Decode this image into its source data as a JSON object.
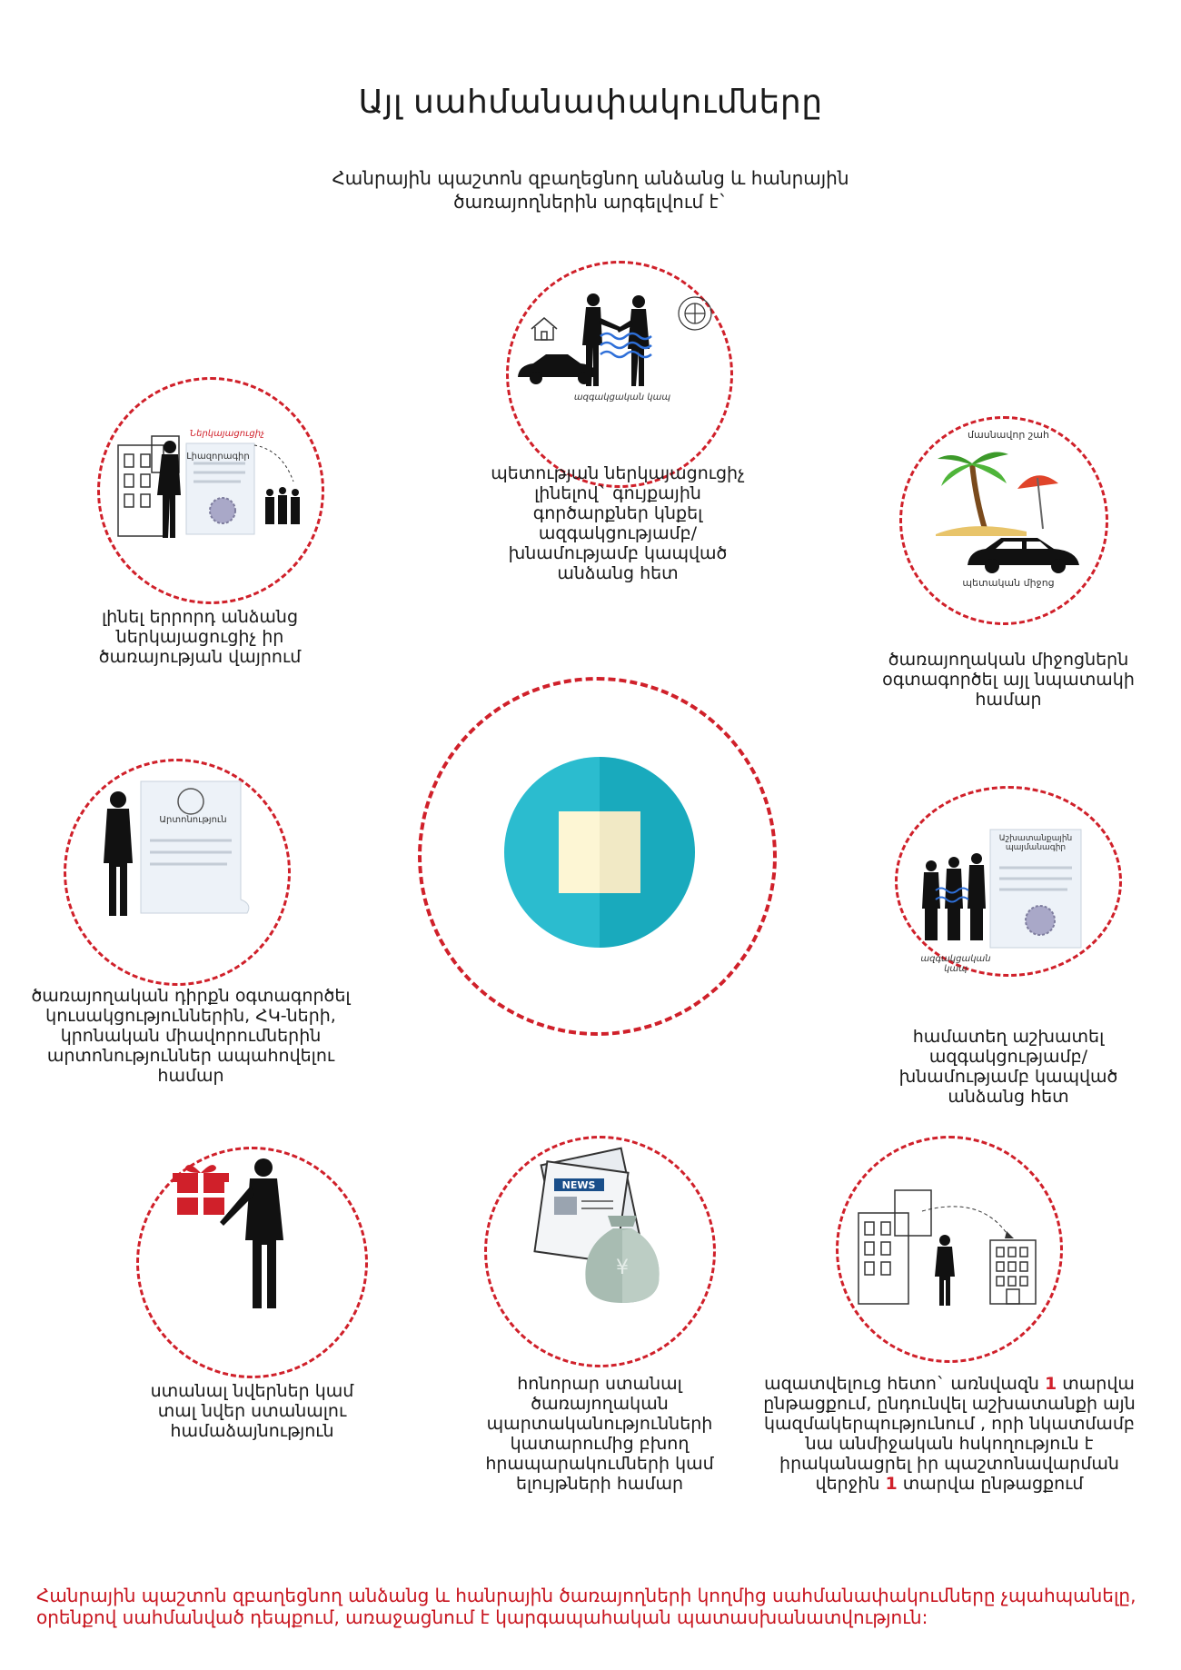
{
  "title": "Այլ սահմանափակումները",
  "subtitle": "Հանրային պաշտոն զբաղեցնող անձանց և հանրային ծառայողներին արգելվում է`",
  "items": [
    {
      "caption": "պետության ներկայացուցիչ լինելով` գույքային գործարքներ կնքել ազգակցությամբ/ խնամությամբ կապված անձանց հետ",
      "labels": [
        "ազգակցական կապ"
      ]
    },
    {
      "caption": "լինել երրորդ անձանց ներկայացուցիչ իր ծառայության վայրում",
      "labels": [
        "Ներկայացուցիչ",
        "Լիազորագիր"
      ]
    },
    {
      "caption": "ծառայողական միջոցներն օգտագործել այլ նպատակի համար",
      "labels": [
        "մասնավոր շահ",
        "պետական միջոց"
      ]
    },
    {
      "caption": "ծառայողական դիրքն օգտագործել կուսակցություններին, ՀԿ-ների, կրոնական միավորումներին արտոնություններ ապահովելու համար",
      "labels": [
        "Արտոնություն"
      ]
    },
    {
      "caption": "համատեղ աշխատել ազգակցությամբ/ խնամությամբ կապված անձանց հետ",
      "labels": [
        "Աշխատանքային պայմանագիր",
        "ազգակցական կապ"
      ]
    },
    {
      "caption": "ստանալ նվերներ կամ տալ նվեր ստանալու համաձայնություն",
      "labels": []
    },
    {
      "caption": "հոնորար ստանալ ծառայողական պարտականությունների կատարումից բխող հրապարակումների կամ ելույթների համար",
      "labels": [
        "NEWS"
      ]
    },
    {
      "caption_parts": [
        "ազատվելուց հետո` առնվազն",
        "1",
        "տարվա ընթացքում, ընդունվել աշխատանքի այն կազմակերպությունում , որի նկատմամբ նա անմիջական հսկողություն է իրականացրել իր պաշտոնավարման վերջին",
        "1",
        "տարվա ընթացքում"
      ],
      "labels": []
    }
  ],
  "footer": "Հանրային պաշտոն զբաղեցնող անձանց և հանրային ծառայողների կողմից սահմանափակումները չպահպանելը, օրենքով սահմանված դեպքում, առաջացնում է կարգապահական պատասխանատվություն:",
  "colors": {
    "accent": "#d0202a",
    "teal": "#2bbccf",
    "teal_dark": "#19aabd",
    "paper": "#fdf6d4"
  }
}
